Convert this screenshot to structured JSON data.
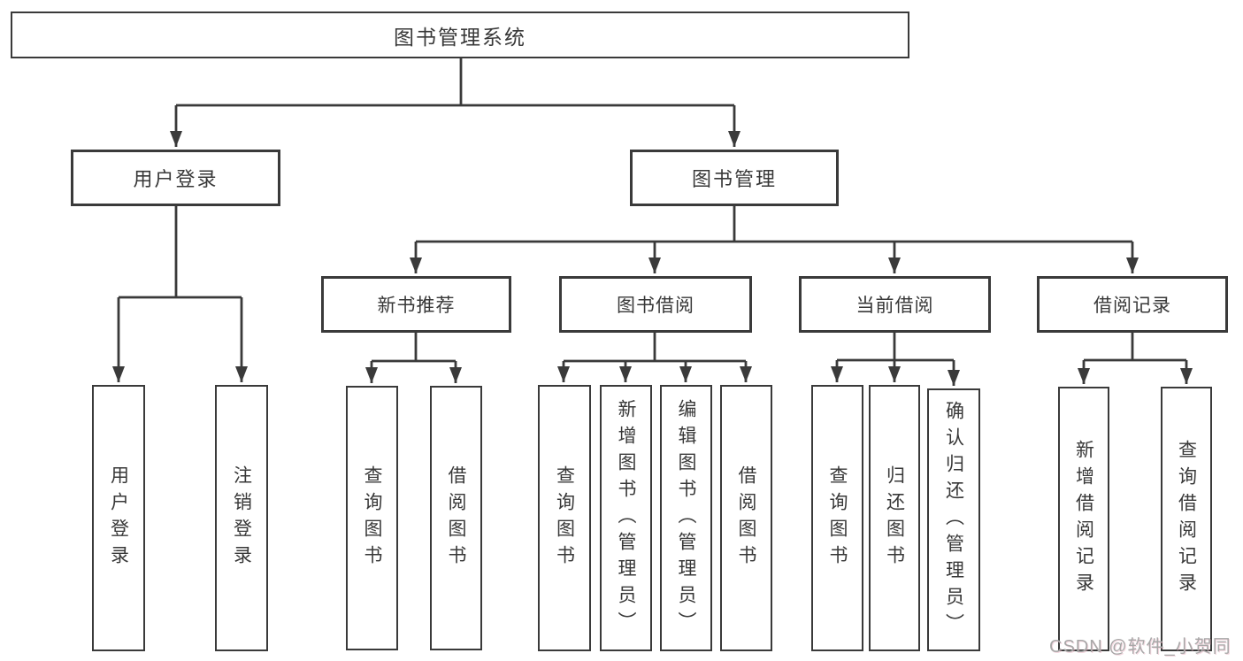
{
  "diagram": {
    "tree": {
      "label": "图书管理系统",
      "children": [
        {
          "label": "用户登录",
          "children": [
            {
              "label": "用户登录"
            },
            {
              "label": "注销登录"
            }
          ]
        },
        {
          "label": "图书管理",
          "children": [
            {
              "label": "新书推荐",
              "children": [
                {
                  "label": "查询图书"
                },
                {
                  "label": "借阅图书"
                }
              ]
            },
            {
              "label": "图书借阅",
              "children": [
                {
                  "label": "查询图书"
                },
                {
                  "label": "新增图书（管理员）"
                },
                {
                  "label": "编辑图书（管理员）"
                },
                {
                  "label": "借阅图书"
                }
              ]
            },
            {
              "label": "当前借阅",
              "children": [
                {
                  "label": "查询图书"
                },
                {
                  "label": "归还图书"
                },
                {
                  "label": "确认归还（管理员）"
                }
              ]
            },
            {
              "label": "借阅记录",
              "children": [
                {
                  "label": "新增借阅记录"
                },
                {
                  "label": "查询借阅记录"
                }
              ]
            }
          ]
        }
      ]
    },
    "colors": {
      "line": "#3a3a3a",
      "box_border": "#3a3a3a",
      "box_fill": "#ffffff",
      "text": "#383838",
      "watermark": "#a8a8a8"
    }
  },
  "watermark": {
    "text": "CSDN @软件_小贺同学"
  }
}
